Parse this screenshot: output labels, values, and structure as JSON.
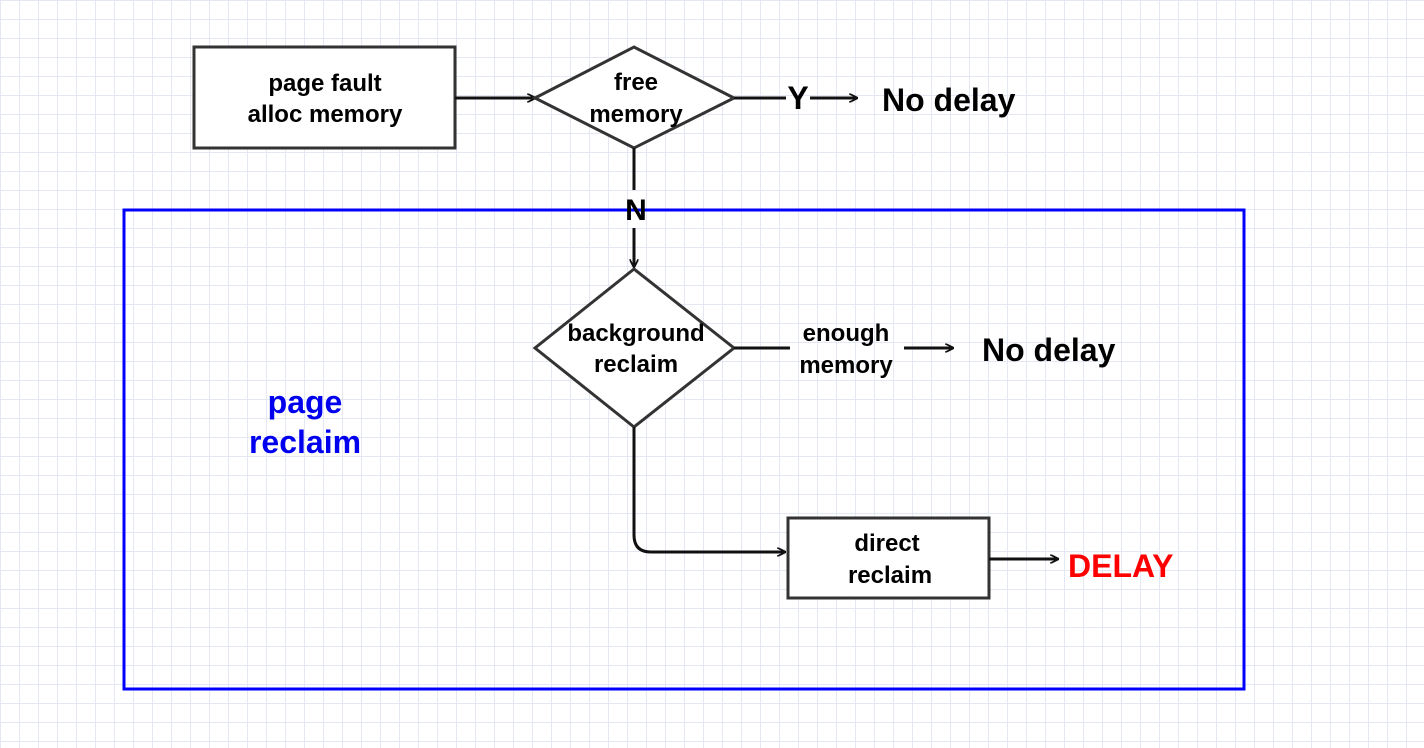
{
  "nodes": {
    "page_fault": {
      "line1": "page fault",
      "line2": "alloc memory"
    },
    "free_memory": {
      "line1": "free",
      "line2": "memory"
    },
    "background_reclaim": {
      "line1": "background",
      "line2": "reclaim"
    },
    "direct_reclaim": {
      "line1": "direct",
      "line2": "reclaim"
    }
  },
  "edges": {
    "yes_label": "Y",
    "no_label": "N",
    "enough_line1": "enough",
    "enough_line2": "memory"
  },
  "outcomes": {
    "no_delay_top": "No delay",
    "no_delay_middle": "No delay",
    "delay": "DELAY"
  },
  "region": {
    "label_line1": "page",
    "label_line2": "reclaim"
  },
  "colors": {
    "stroke": "#333333",
    "arrow": "#111111",
    "region": "#0000ff",
    "region_text": "#0000ee",
    "delay": "#ff0000",
    "text": "#000000"
  }
}
